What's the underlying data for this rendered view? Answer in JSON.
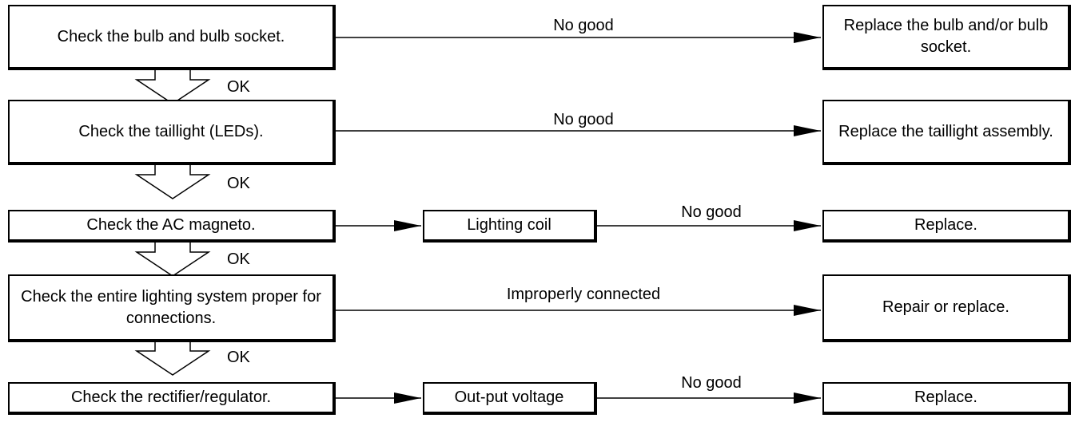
{
  "colors": {
    "stroke": "#000000",
    "background": "#ffffff"
  },
  "steps": [
    {
      "check": "Check the bulb and bulb socket.",
      "result_label": "No good",
      "action": "Replace the bulb and/or bulb socket."
    },
    {
      "check": "Check the taillight (LEDs).",
      "result_label": "No good",
      "action": "Replace the taillight assembly."
    },
    {
      "check": "Check the AC magneto.",
      "sub_check": "Lighting coil",
      "result_label": "No good",
      "action": "Replace."
    },
    {
      "check": "Check the entire lighting system proper for connections.",
      "result_label": "Improperly connected",
      "action": "Repair or replace."
    },
    {
      "check": "Check the rectifier/regulator.",
      "sub_check": "Out-put voltage",
      "result_label": "No good",
      "action": "Replace."
    }
  ],
  "ok_labels": [
    "OK",
    "OK",
    "OK",
    "OK"
  ]
}
